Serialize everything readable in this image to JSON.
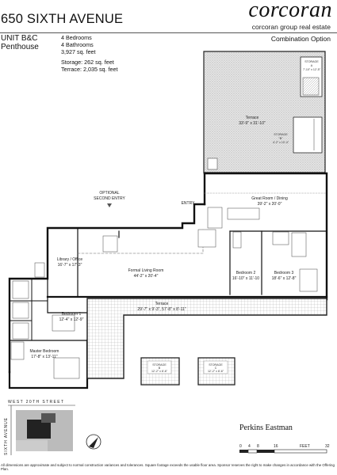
{
  "header": {
    "address": "650 SIXTH AVENUE",
    "brand": "corcoran",
    "brand_sub": "corcoran group real estate",
    "unit_line1": "UNIT B&C",
    "unit_line2": "Penthouse",
    "bedrooms": "4 Bedrooms",
    "bathrooms": "4 Bathrooms",
    "area": "3,927 sq. feet",
    "storage": "Storage: 262 sq. feet",
    "terrace": "Terrace: 2,035 sq. feet",
    "option": "Combination Option"
  },
  "rooms": {
    "terrace_top_name": "Terrace",
    "terrace_top_dim": "33'-9\" x 31'-10\"",
    "storage_a_name": "STORAGE",
    "storage_a_id": "A",
    "storage_a_dim": "7'-10\" x 12'-5\"",
    "storage_b_top_name": "STORAGE",
    "storage_b_top_id": "\"B\"",
    "storage_b_top_dim": "4'-2\" x 10'-4\"",
    "optional_entry_1": "OPTIONAL",
    "optional_entry_2": "SECOND ENTRY",
    "entry": "ENTRY",
    "great_room_name": "Great Room / Dining",
    "great_room_dim": "39'-2\" x 20'-0\"",
    "library_name": "Library / Office",
    "library_dim": "16'-7\" x 17'-3\"",
    "formal_living_name": "Formal Living Room",
    "formal_living_dim": "44'-2\" x 20'-4\"",
    "bedroom2_name": "Bedroom 2",
    "bedroom2_dim": "16'-10\" x 11'-10",
    "bedroom3_name": "Bedroom 3",
    "bedroom3_dim": "18'-6\" x 12'-8\"",
    "bedroom1_name": "Bedroom 1",
    "bedroom1_dim": "12'-4\" x 12'-9\"",
    "terrace_mid_name": "Terrace",
    "terrace_mid_dim": "29'-7\" x 9'-3\", 57'-8\" x 8'-11\"",
    "master_name": "Master Bedroom",
    "master_dim": "17'-8\" x 13'-11\"",
    "storage_b_name": "STORAGE",
    "storage_b_id": "B",
    "storage_b_dim": "12'-2\" x 8'-6\"",
    "storage_c_name": "STORAGE",
    "storage_c_id": "C",
    "storage_c_dim": "12'-2\" x 8'-6\""
  },
  "keyplan": {
    "street": "WEST 20TH STREET",
    "avenue": "SIXTH AVENUE"
  },
  "scale": {
    "architect": "Perkins Eastman",
    "tick0": "0",
    "tick4": "4",
    "tick8": "8",
    "tick16": "16",
    "feet_label": "FEET",
    "tick32": "32"
  },
  "footer": {
    "disclaimer": "All dimensions are approximate and subject to normal construction variances and tolerances. Square footage exceeds the usable floor area. Sponsor reserves the right to make changes in accordance with the Offering Plan."
  }
}
